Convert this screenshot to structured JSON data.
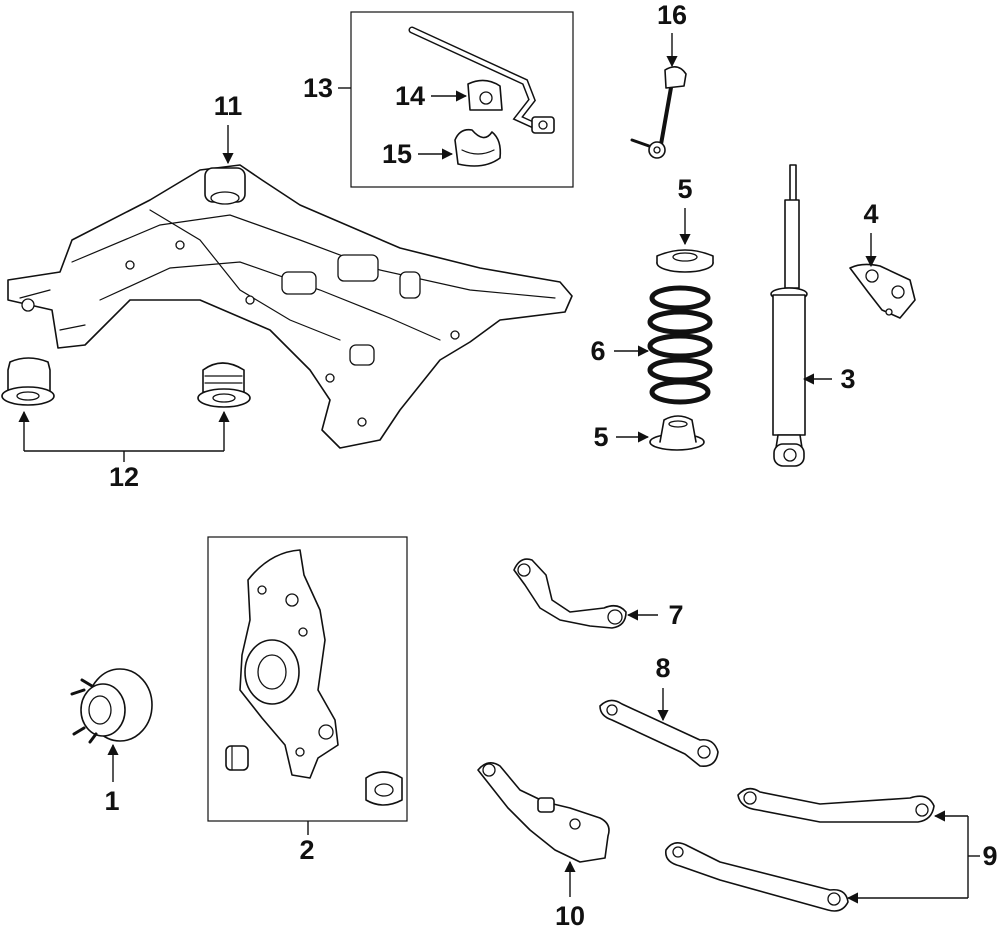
{
  "callouts": [
    {
      "id": "1",
      "text": "1"
    },
    {
      "id": "2",
      "text": "2"
    },
    {
      "id": "3",
      "text": "3"
    },
    {
      "id": "4",
      "text": "4"
    },
    {
      "id": "5a",
      "text": "5"
    },
    {
      "id": "5b",
      "text": "5"
    },
    {
      "id": "6",
      "text": "6"
    },
    {
      "id": "7",
      "text": "7"
    },
    {
      "id": "8",
      "text": "8"
    },
    {
      "id": "9",
      "text": "9"
    },
    {
      "id": "10",
      "text": "10"
    },
    {
      "id": "11",
      "text": "11"
    },
    {
      "id": "12",
      "text": "12"
    },
    {
      "id": "13",
      "text": "13"
    },
    {
      "id": "14",
      "text": "14"
    },
    {
      "id": "15",
      "text": "15"
    },
    {
      "id": "16",
      "text": "16"
    }
  ]
}
